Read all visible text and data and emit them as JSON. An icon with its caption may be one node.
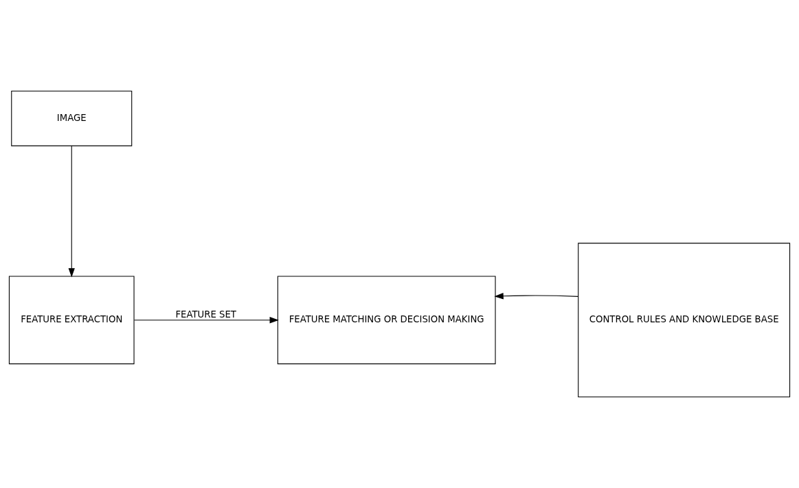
{
  "diagram": {
    "nodes": [
      {
        "text": [
          "FEATURE EXTRACTION"
        ]
      },
      {
        "text": [
          "FEATURE MATCHING OR DECISION MAKING"
        ]
      },
      {
        "text": [
          "CONTROL RULES AND KNOWLEDGE BASE"
        ]
      },
      {
        "text": [
          "IMAGE"
        ]
      }
    ],
    "edges": [
      {
        "from": 3,
        "to": 0,
        "arrow": "to"
      },
      {
        "from": 0,
        "to": 1,
        "arrow": "to",
        "label": "FEATURE SET"
      },
      {
        "from": 2,
        "to": 1,
        "arrow": "to"
      }
    ]
  }
}
